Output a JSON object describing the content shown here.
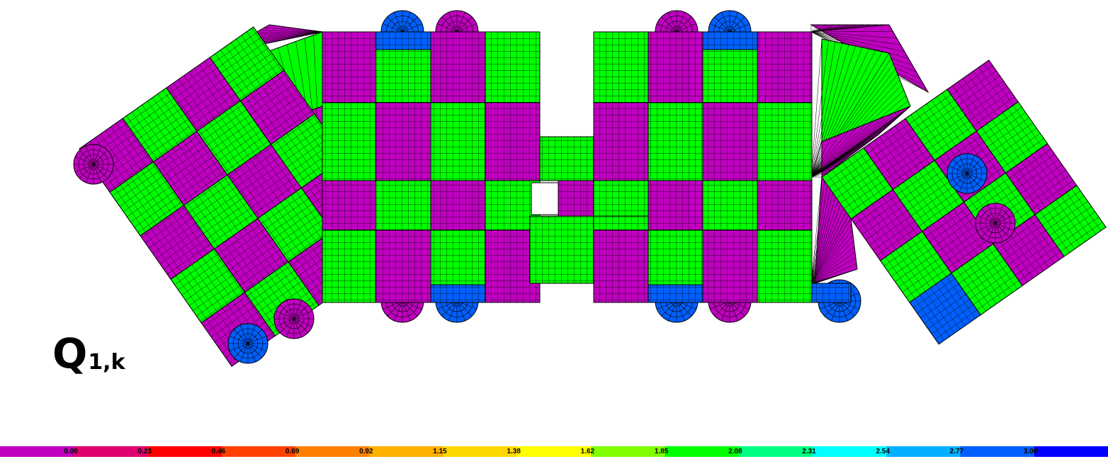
{
  "diagram": {
    "label_main": "Q",
    "label_sub": "1,k",
    "colors": {
      "magenta": "#c000c0",
      "green": "#00ff00",
      "blue": "#0060ff",
      "mesh": "#000000"
    }
  },
  "legend": {
    "ticks": [
      "0.00",
      "0.23",
      "0.46",
      "0.69",
      "0.92",
      "1.15",
      "1.38",
      "1.62",
      "1.85",
      "2.08",
      "2.31",
      "2.54",
      "2.77",
      "3.00"
    ],
    "colors": [
      "#c000c0",
      "#e00070",
      "#ff0000",
      "#ff4000",
      "#ff8000",
      "#ffb000",
      "#ffd800",
      "#ffff00",
      "#80ff00",
      "#00ff00",
      "#00ff80",
      "#00ffff",
      "#00b0ff",
      "#0060ff",
      "#0000ff"
    ]
  }
}
